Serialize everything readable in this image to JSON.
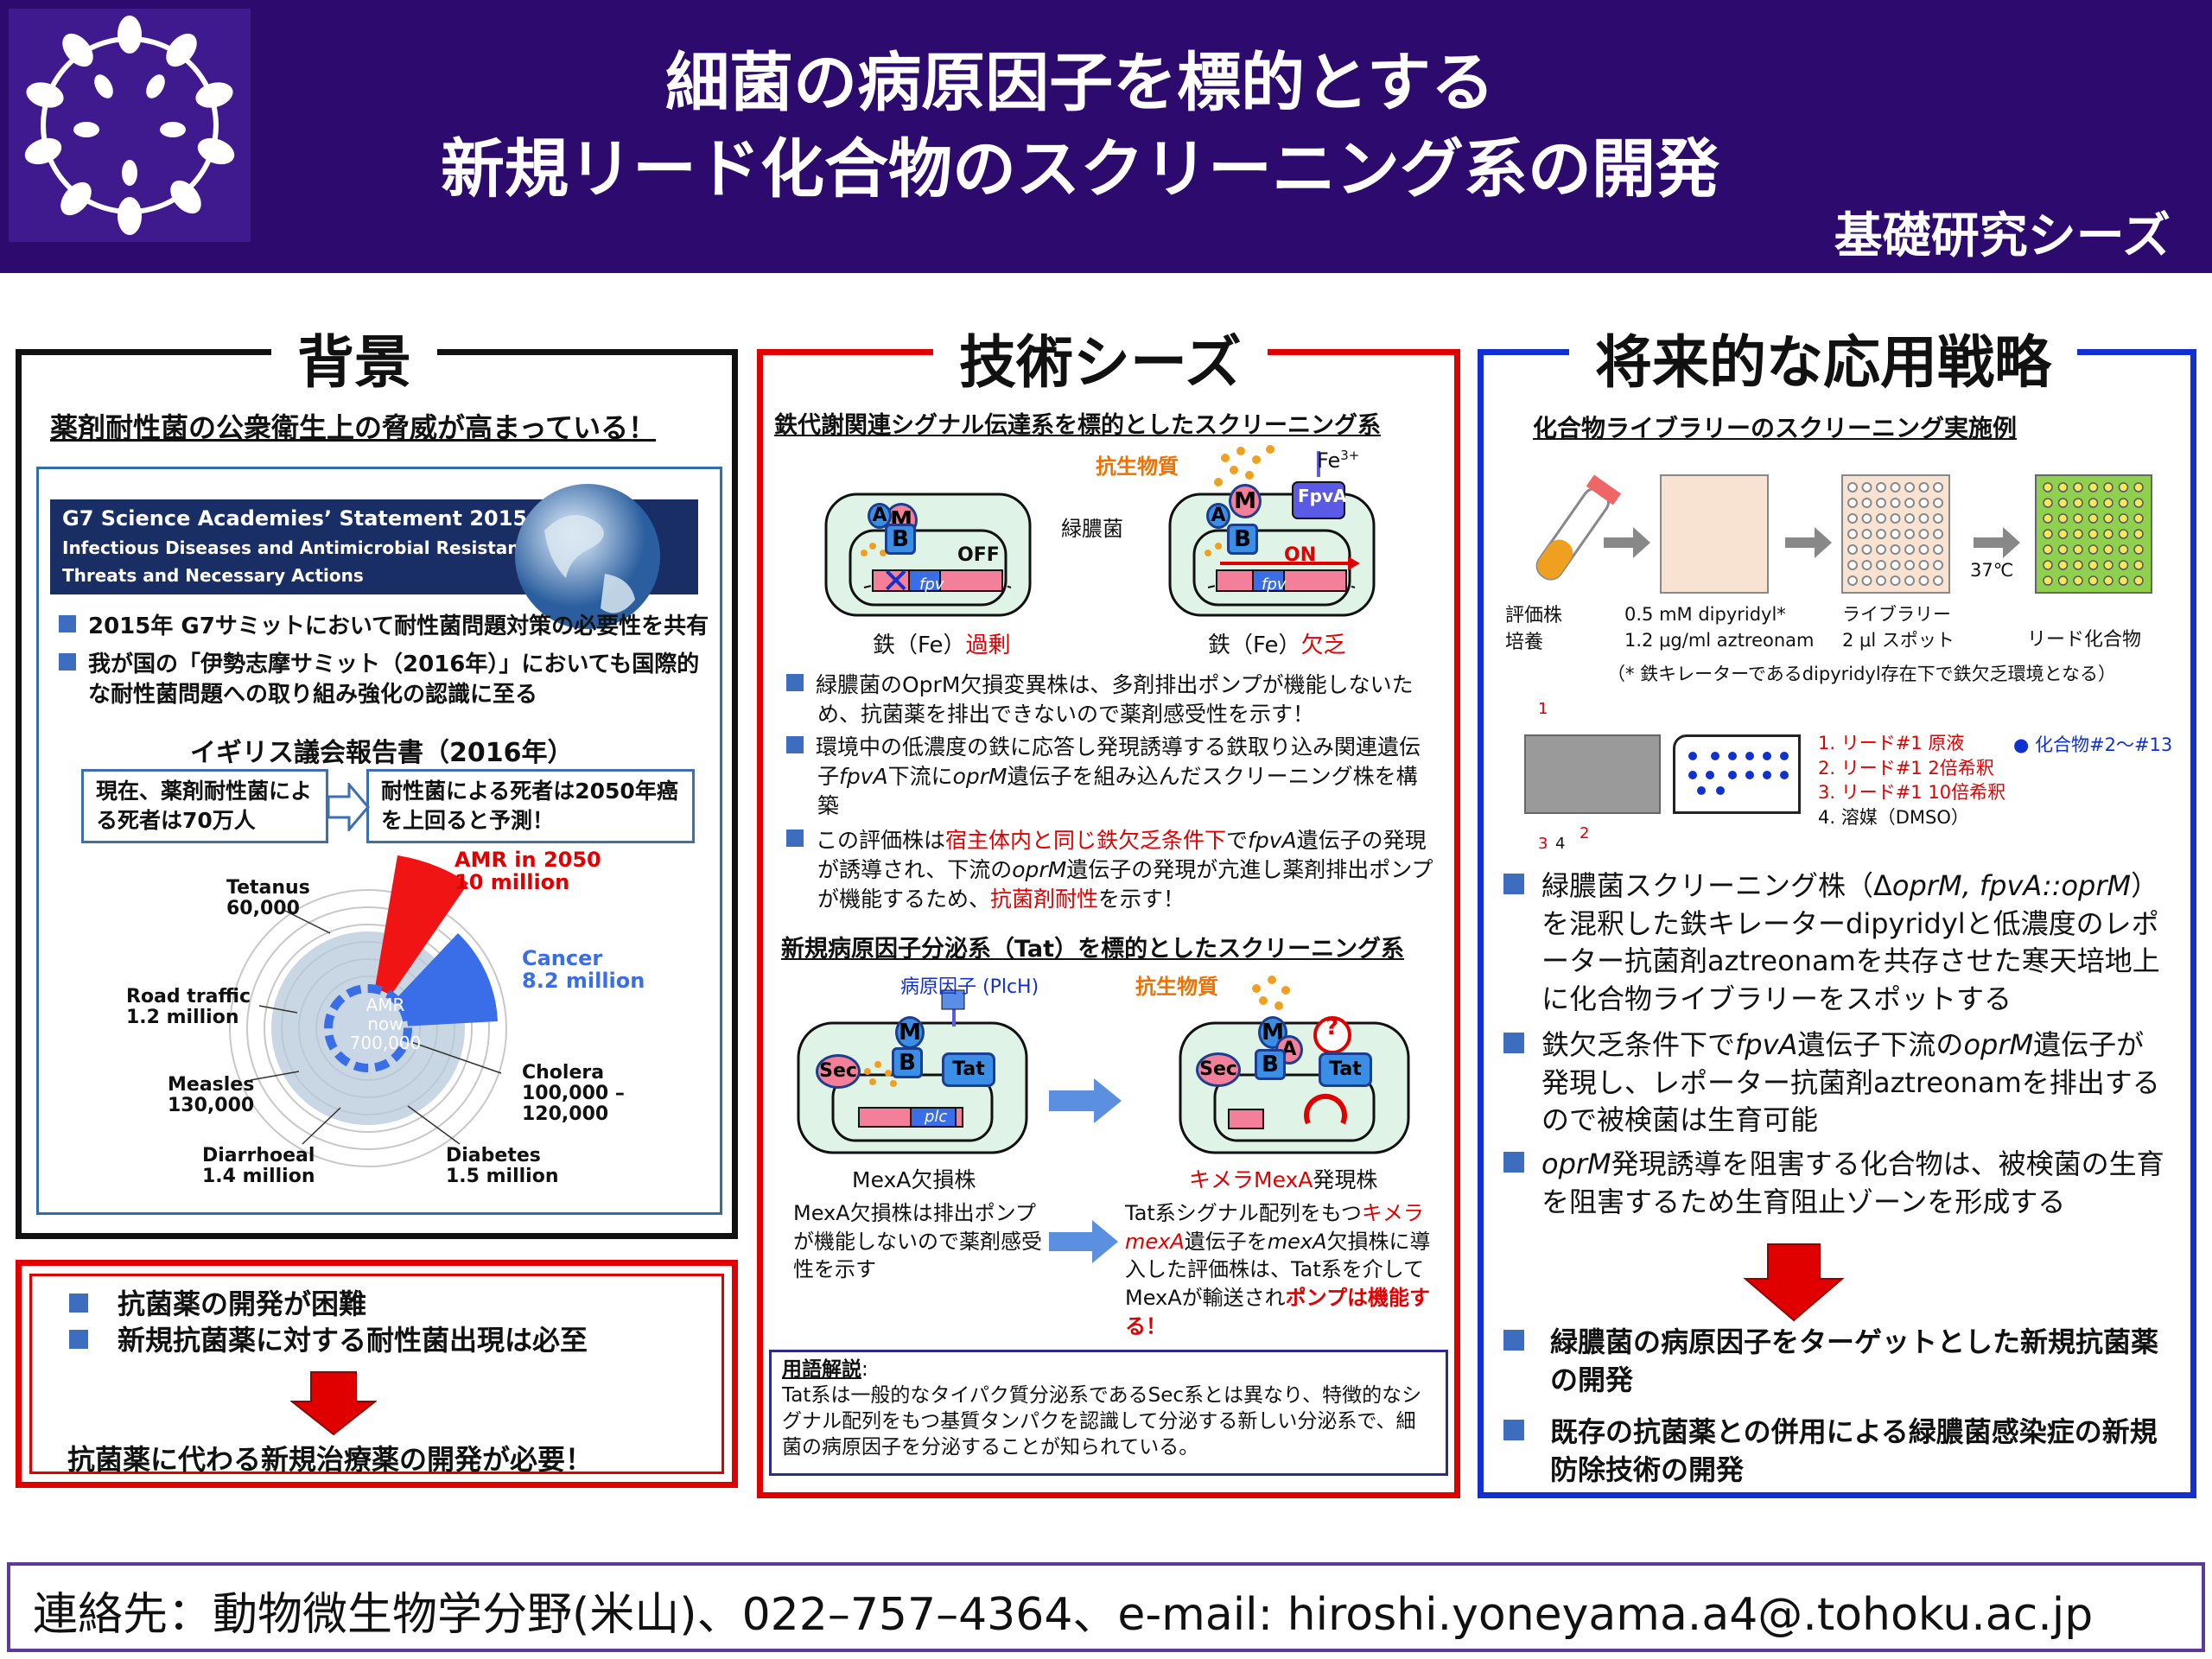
{
  "header": {
    "title_line1": "細菌の病原因子を標的とする",
    "title_line2": "新規リード化合物のスクリーニング系の開発",
    "series": "基礎研究シーズ"
  },
  "background": {
    "title": "背景",
    "subtitle": "薬剤耐性菌の公衆衛生上の脅威が高まっている！",
    "g7_banner": {
      "line1": "G7 Science Academies’ Statement 2015:",
      "line2": "Infectious Diseases and Antimicrobial Resistance:",
      "line3": "Threats and Necessary Actions"
    },
    "bullets": [
      "2015年 G7サミットにおいて耐性菌問題対策の必要性を共有",
      "我が国の「伊勢志摩サミット（2016年）」においても国際的な耐性菌問題への取り組み強化の認識に至る"
    ],
    "report_title": "イギリス議会報告書（2016年）",
    "box_left": "現在、薬剤耐性菌による死者は70万人",
    "box_right": "耐性菌による死者は2050年癌を上回ると予測！",
    "chart_labels": {
      "amr2050": "AMR in 2050",
      "amr2050_val": "10 million",
      "cancer": "Cancer",
      "cancer_val": "8.2 million",
      "tetanus": "Tetanus",
      "tetanus_val": "60,000",
      "road": "Road traffic",
      "road_val": "1.2 million",
      "measles": "Measles",
      "measles_val": "130,000",
      "diarrhoeal": "Diarrhoeal",
      "diarrhoeal_val": "1.4 million",
      "diabetes": "Diabetes",
      "diabetes_val": "1.5 million",
      "cholera": "Cholera",
      "cholera_val": "100,000 –",
      "cholera_val2": "120,000",
      "amr_now": "AMR",
      "amr_now2": "now",
      "amr_now_val": "700,000"
    },
    "conclusion_bullets": [
      "抗菌薬の開発が困難",
      "新規抗菌薬に対する耐性菌出現は必至"
    ],
    "conclusion": "抗菌薬に代わる新規治療薬の開発が必要！"
  },
  "tech": {
    "title": "技術シーズ",
    "sub1": "鉄代謝関連シグナル伝達系を標的としたスクリーニング系",
    "labels": {
      "antibiotic": "抗生物質",
      "fe": "Fe",
      "fe_sup": "3+",
      "fpva": "FpvA",
      "pa": "緑膿菌",
      "off": "OFF",
      "on": "ON",
      "excess_pre": "鉄（Fe）",
      "excess": "過剰",
      "deficient": "欠乏",
      "A": "A",
      "B": "B",
      "M": "M",
      "fpv": "fpv"
    },
    "bullets1": [
      {
        "text": "緑膿菌のOprM欠損変異株は、多剤排出ポンプが機能しないため、抗菌薬を排出できないので薬剤感受性を示す！"
      },
      {
        "pre": "環境中の低濃度の鉄に応答し発現誘導する鉄取り込み関連遺伝子",
        "i1": "fpvA",
        "mid": "下流に",
        "i2": "oprM",
        "post": "遺伝子を組み込んだスクリーニング株を構築"
      },
      {
        "pre": "この評価株は",
        "red1": "宿主体内と同じ鉄欠乏条件下",
        "mid": "で",
        "i1": "fpvA",
        "mid2": "遺伝子の発現が誘導され、下流の",
        "i2": "oprM",
        "mid3": "遺伝子の発現が亢進し薬剤排出ポンプが機能するため、",
        "red2": "抗菌剤耐性",
        "post": "を示す！"
      }
    ],
    "sub2": "新規病原因子分泌系（Tat）を標的としたスクリーニング系",
    "labels2": {
      "virulence": "病原因子 (PlcH)",
      "antibiotic": "抗生物質",
      "sec": "Sec",
      "tat": "Tat",
      "plc": "plc",
      "q": "?",
      "mexa_del": "MexA欠損株",
      "chimera": "キメラMexA",
      "chimera_suffix": "発現株"
    },
    "desc_left": "MexA欠損株は排出ポンプが機能しないので薬剤感受性を示す",
    "desc_right": {
      "pre": "Tat系シグナル配列をもつ",
      "red1": "キメラ",
      "red_it": "mexA",
      "mid": "遺伝子を",
      "it": "mexA",
      "post": "欠損株に導入した評価株は、Tat系を介してMexAが輸送され",
      "red2": "ポンプは機能する！"
    },
    "glossary_head": "用語解説",
    "glossary_colon": ":",
    "glossary": "Tat系は一般的なタイパク質分泌系であるSec系とは異なり、特徴的なシグナル配列をもつ基質タンパクを認識して分泌する新しい分泌系で、細菌の病原因子を分泌することが知られている。"
  },
  "future": {
    "title": "将来的な応用戦略",
    "sub": "化合物ライブラリーのスクリーニング実施例",
    "flow": {
      "culture1": "評価株",
      "culture2": "培養",
      "plate_l1": "0.5 mM dipyridyl*",
      "plate_l2": "1.2 μg/ml aztreonam",
      "lib1": "ライブラリー",
      "lib2": "2 μl スポット",
      "temp": "37℃",
      "lead": "リード化合物"
    },
    "note": "（* 鉄キレーターであるdipyridyl存在下で鉄欠乏環境となる）",
    "legend": [
      "1. リード#1 原液",
      "2. リード#1 2倍希釈",
      "3. リード#1 10倍希釈",
      "4. 溶媒（DMSO）"
    ],
    "legend_compound": "● 化合物#2～#13",
    "nums": {
      "n1": "1",
      "n2": "2",
      "n3": "3",
      "n4": "4"
    },
    "bullets": [
      {
        "pre": "緑膿菌スクリーニング株（Δ",
        "i1": "oprM,",
        "mid": " ",
        "i2": "fpvA::oprM",
        "post": "）を混釈した鉄キレーターdipyridylと低濃度のレポーター抗菌剤aztreonamを共存させた寒天培地上に化合物ライブラリーをスポットする"
      },
      {
        "pre": "鉄欠乏条件下で",
        "i1": "fpvA",
        "mid": "遺伝子下流の",
        "i2": "oprM",
        "post": "遺伝子が発現し、レポーター抗菌剤aztreonamを排出するので被検菌は生育可能"
      },
      {
        "i1": "oprM",
        "post": "発現誘導を阻害する化合物は、被検菌の生育を阻害するため生育阻止ゾーンを形成する"
      }
    ],
    "conclusions": [
      "緑膿菌の病原因子をターゲットとした新規抗菌薬の開発",
      "既存の抗菌薬との併用による緑膿菌感染症の新規防除技術の開発"
    ]
  },
  "contact": "連絡先：動物微生物学分野(米山)、022–757–4364、e-mail: hiroshi.yoneyama.a4@.tohoku.ac.jp",
  "colors": {
    "header": "#2d0a6e",
    "red": "#e00000",
    "blue": "#1030d0",
    "bullet": "#3c6dbf"
  }
}
